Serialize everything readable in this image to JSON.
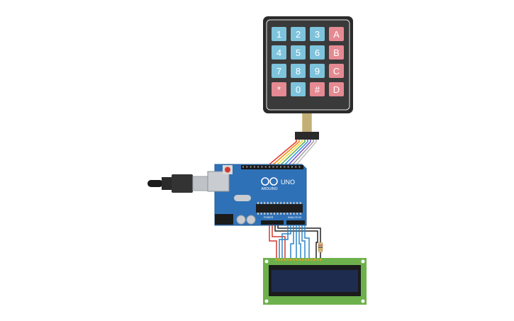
{
  "keypad": {
    "keys": [
      {
        "label": "1",
        "kind": "num"
      },
      {
        "label": "2",
        "kind": "num"
      },
      {
        "label": "3",
        "kind": "num"
      },
      {
        "label": "A",
        "kind": "letter"
      },
      {
        "label": "4",
        "kind": "num"
      },
      {
        "label": "5",
        "kind": "num"
      },
      {
        "label": "6",
        "kind": "num"
      },
      {
        "label": "B",
        "kind": "letter"
      },
      {
        "label": "7",
        "kind": "num"
      },
      {
        "label": "8",
        "kind": "num"
      },
      {
        "label": "9",
        "kind": "num"
      },
      {
        "label": "C",
        "kind": "letter"
      },
      {
        "label": "*",
        "kind": "letter"
      },
      {
        "label": "0",
        "kind": "num"
      },
      {
        "label": "#",
        "kind": "letter"
      },
      {
        "label": "D",
        "kind": "letter"
      }
    ]
  },
  "arduino": {
    "brand": "ARDUINO",
    "model": "UNO",
    "power_label": "POWER",
    "analog_label": "ANALOG IN"
  },
  "lcd": {
    "text": ""
  },
  "colors": {
    "num_key": "#7ec3dc",
    "letter_key": "#e58a92",
    "board": "#2f71b7",
    "lcd_frame": "#6db14c",
    "lcd_screen": "#1e2d4f",
    "keypad_body": "#2b2b2b"
  },
  "wires": {
    "keypad_colors": [
      "#e53a2f",
      "#f08c1a",
      "#f5d22a",
      "#4caf50",
      "#2e8be0",
      "#7a4fc3",
      "#9e9e9e",
      "#bcbcbc"
    ]
  }
}
